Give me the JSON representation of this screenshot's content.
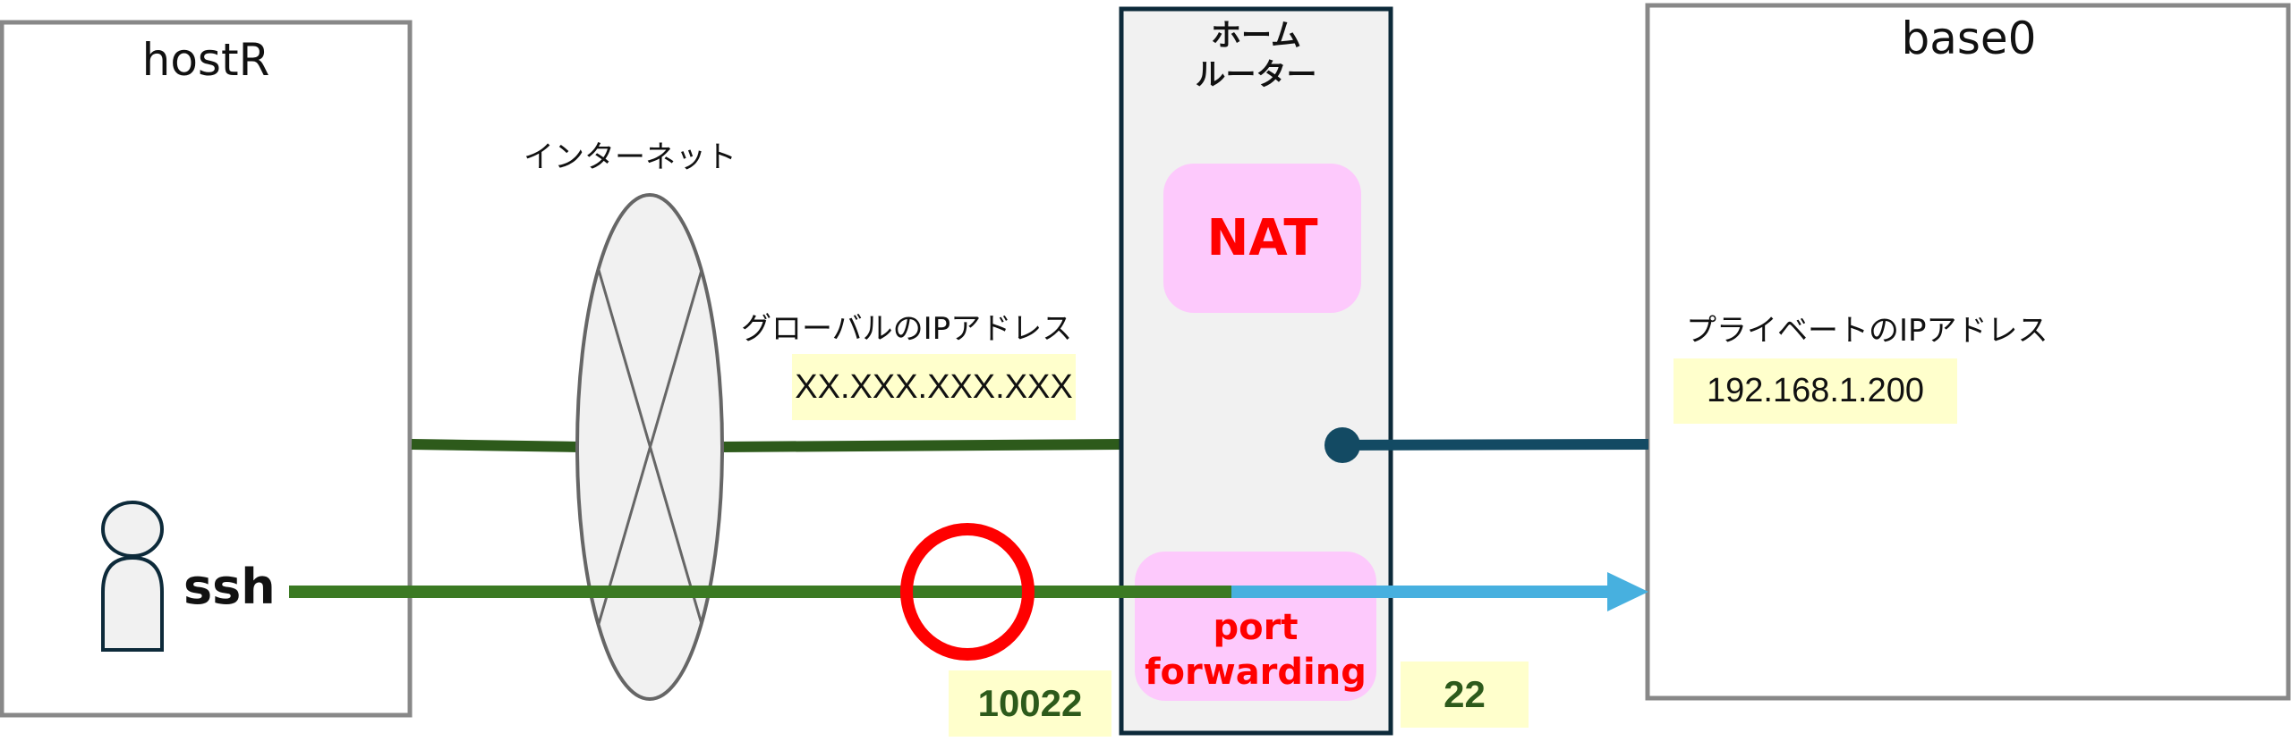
{
  "hosts": {
    "client": {
      "name": "hostR"
    },
    "server": {
      "name": "base0"
    }
  },
  "internet": {
    "label": "インターネット"
  },
  "router": {
    "title_line1": "ホーム",
    "title_line2": "ルーター",
    "functions": {
      "nat": "NAT",
      "port_forwarding_line1": "port",
      "port_forwarding_line2": "forwarding"
    }
  },
  "addresses": {
    "global_label": "グローバルのIPアドレス",
    "global_value": "XX.XXX.XXX.XXX",
    "private_label": "プライベートのIPアドレス",
    "private_value": "192.168.1.200"
  },
  "connection": {
    "protocol": "ssh",
    "external_port": "10022",
    "internal_port": "22"
  },
  "colors": {
    "wan_link": "#2d5a1b",
    "lan_link": "#134a63",
    "ssh_path_external": "#3b7a23",
    "ssh_path_internal": "#47b0df",
    "highlight_ring": "#ff0000",
    "router_fill": "#f1f1f1",
    "router_border": "#0d2a3a",
    "function_fill": "#fdc9fc",
    "address_fill": "#ffffcc",
    "host_border": "#888888"
  }
}
